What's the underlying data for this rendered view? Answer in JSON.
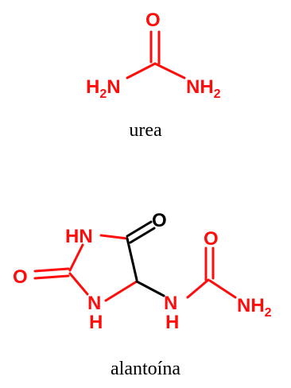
{
  "colors": {
    "highlight": "#ff0d0d",
    "plain": "#000000",
    "background": "#ffffff"
  },
  "molecules": {
    "urea": {
      "name": "urea",
      "atoms": {
        "o": "O",
        "nh2_left": "H2N",
        "nh2_right": "NH2"
      }
    },
    "allantoin": {
      "name": "alantoína",
      "atoms": {
        "o_ring_top": "O",
        "hn_ring": "HN",
        "o_ring_left": "O",
        "nh_ring": "NH",
        "nh_link": "NH",
        "o_chain": "O",
        "nh2_chain": "NH2"
      }
    }
  }
}
